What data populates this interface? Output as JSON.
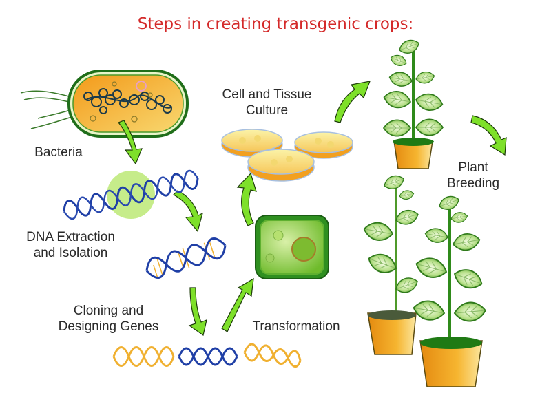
{
  "diagram": {
    "title": "Steps in creating transgenic crops:",
    "title_color": "#d42a2a",
    "steps": [
      {
        "id": "bacteria",
        "label": "Bacteria"
      },
      {
        "id": "dna-extraction",
        "label_line1": "DNA Extraction",
        "label_line2": "and Isolation"
      },
      {
        "id": "cloning",
        "label_line1": "Cloning and",
        "label_line2": "Designing Genes"
      },
      {
        "id": "transformation",
        "label": "Transformation"
      },
      {
        "id": "cell-culture",
        "label_line1": "Cell and Tissue",
        "label_line2": "Culture"
      },
      {
        "id": "plant-breeding",
        "label_line1": "Plant",
        "label_line2": "Breeding"
      }
    ],
    "colors": {
      "arrow": "#7ee02a",
      "arrow_dark": "#1d3b0a",
      "dna_blue": "#1f3fa6",
      "dna_orange": "#f0b030",
      "bacteria_fill": "#f5a623",
      "bacteria_outline": "#1f7a1f",
      "leaf": "#9fd46a",
      "pot": "#f3a41c"
    }
  }
}
